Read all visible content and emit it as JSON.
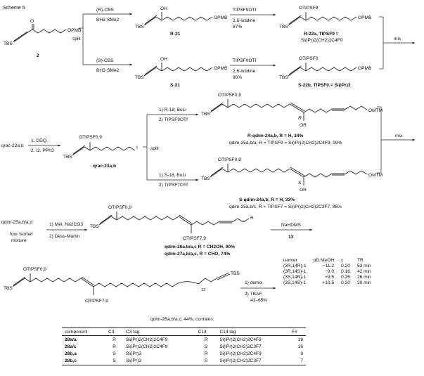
{
  "scheme_title": "Scheme 5",
  "labels": {
    "tbs": "TBS",
    "opmb": "OPMB",
    "omtm": "OMTM",
    "oh": "OH",
    "o": "O",
    "r": "R",
    "or": "OR",
    "split": "split",
    "mix": "mix",
    "i": "I"
  },
  "row1": {
    "start_compound": "2",
    "top_reagent1": "(R)-CBS",
    "top_reagent2": "BH3·SMe2",
    "bottom_reagent1": "(S)-CBS",
    "bottom_reagent2": "BH3·SMe2",
    "r21": "R-21",
    "s21": "S-21",
    "tips_f9_otf": "TIPSF9OTf",
    "tips_f0_otf": "TIPSF0OTf",
    "lutidine": "2,6-lutidine",
    "yield_top": "87%",
    "yield_bottom": "90%",
    "otips_f9": "OTIPSF9",
    "otips_f0": "OTIPSF0",
    "r22a_line1": "R-22a, TIPSF9 =",
    "r22a_line2": "Si(iPr)2(CH2)2C4F9",
    "s22b": "S-22b, TIPSF0 = Si(iPr)3"
  },
  "row2": {
    "start": "qrac-22a,b",
    "step1": "1. DDQ,",
    "step2": "2. I2, PPh3",
    "otips_f09": "OTIPSF0,9",
    "product": "qrac-23a,b",
    "top_step1": "1) R-18, BuLi",
    "top_step2": "2) TIPSF9OTf",
    "bottom_step1": "1) S-18, BuLi",
    "bottom_step2": "2) TIPSF7OTf",
    "r_qdim24_a": "R-qdim-24a,b, R = H, 34%",
    "r_qdim25_a": "qdim-25a,b/a, R = TIPSF9 = Si(iPr)2(CH2)2C4F9, 99%",
    "s_qdim24_b": "S-qdim-24a,b, R = H, 33%",
    "s_qdim25_b": "qdim-25a,b/c, R = TIPSF7 = Si(iPr)2(CH2)2C3F7, 85%"
  },
  "row3": {
    "start": "qdim-25a,b/a,d",
    "note1": "four isomer",
    "note2": "mixture",
    "step1": "1) MeI, Na2CO3",
    "step2": "2) Dess-Martin",
    "otips_top": "OTIPSF0,9",
    "otips_bottom": "OTIPSF7,9",
    "p26": "qdim-26a,b/a,c R = CH2OH, 90%",
    "p27": "qdim-27a,b/a,c, R = CHO, 74%",
    "reagent": "NaHDMS",
    "reagent_compound": "13"
  },
  "row4": {
    "otips_top": "OTIPSF0,9",
    "otips_bottom": "OTIPSF7,9",
    "subscript": "12",
    "step1": "1) demix",
    "step2": "2) TBAF,",
    "step2b": "41–65%",
    "contains": "qdim-28a,b/a,c, 44%, contains:"
  },
  "isomer_table": {
    "headers": [
      "isomer",
      "αD MeOH",
      "c",
      "TR"
    ],
    "rows": [
      [
        "(3R,14R)-1",
        "−11.2",
        "0.20",
        "53 min"
      ],
      [
        "(3R,14S)-1",
        "−9.0",
        "0.16",
        "42 min"
      ],
      [
        "(3S,14R)-1",
        "+9.5",
        "0.25",
        "26 min"
      ],
      [
        "(3S,14S)-1",
        "+10.5",
        "0.30",
        "20 min"
      ]
    ]
  },
  "component_table": {
    "headers": [
      "component",
      "C3",
      "C3 tag",
      "C14",
      "C14 tag",
      "F#"
    ],
    "rows": [
      [
        "28a/a",
        "R",
        "Si(iPr)2(CH2)2C4F9",
        "R",
        "Si(iPr)2(CH2)2C4F9",
        "18"
      ],
      [
        "28a/c",
        "R",
        "Si(iPr)2(CH2)2C4F9",
        "S",
        "Si(iPr)2(CH2)2C3F7",
        "16"
      ],
      [
        "28b,a",
        "S",
        "Si(iPr)3",
        "R",
        "Si(iPr)2(CH2)2C4F9",
        "9"
      ],
      [
        "28b,c",
        "S",
        "Si(iPr)3",
        "S",
        "Si(iPr)2(CH2)2C3F7",
        "7"
      ]
    ]
  }
}
